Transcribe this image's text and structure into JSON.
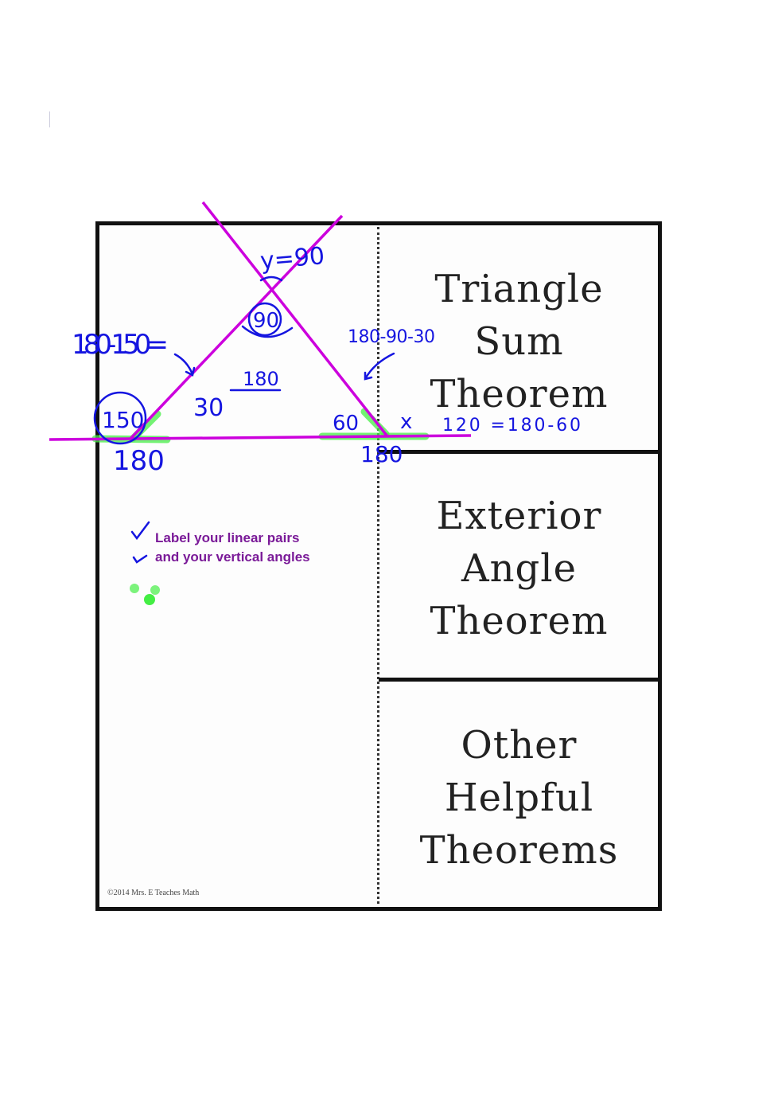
{
  "panels": [
    {
      "lines": [
        "Triangle",
        "Sum",
        "Theorem"
      ]
    },
    {
      "lines": [
        "Exterior",
        "Angle",
        "Theorem"
      ]
    },
    {
      "lines": [
        "Other",
        "Helpful",
        "Theorems"
      ]
    }
  ],
  "notes": [
    "Label your linear pairs",
    "and your vertical angles"
  ],
  "copyright": "©2014   Mrs. E Teaches Math",
  "handwriting": {
    "y_label": "y=90",
    "top_angle": "90",
    "left_expr": "180-150=",
    "right_expr": "180-90-30",
    "sum": "180",
    "left_angle": "30",
    "ext_left": "150",
    "left_line": "180",
    "right_angle": "60",
    "x_var": "x",
    "right_line": "180",
    "x_expr": "120 =180-60"
  },
  "colors": {
    "line": "#cc00dd",
    "ink": "#1515e0",
    "highlight": "#44ee44",
    "note": "#7a1a98"
  }
}
